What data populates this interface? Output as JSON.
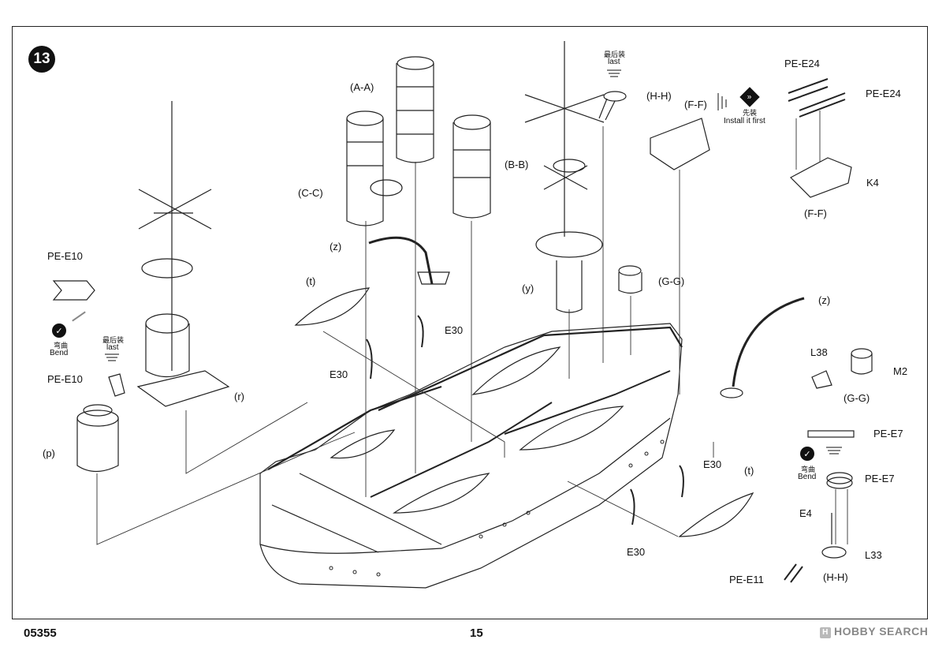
{
  "step": "13",
  "footer": {
    "code": "05355",
    "page": "15",
    "watermark": "HOBBY SEARCH"
  },
  "instructions": {
    "last_cn": "最后装",
    "last_en": "last",
    "bend_cn": "弯曲",
    "bend_en": "Bend",
    "first_cn": "先装",
    "first_en": "Install it first"
  },
  "labels": {
    "aa": "(A-A)",
    "bb": "(B-B)",
    "cc": "(C-C)",
    "hh_top": "(H-H)",
    "ff_top": "(F-F)",
    "pe_e24_a": "PE-E24",
    "pe_e24_b": "PE-E24",
    "k4": "K4",
    "ff_right": "(F-F)",
    "pe_e10_a": "PE-E10",
    "pe_e10_b": "PE-E10",
    "r": "(r)",
    "p": "(p)",
    "z_left": "(z)",
    "t_left": "(t)",
    "e30_a": "E30",
    "e30_b": "E30",
    "y": "(y)",
    "gg_mid": "(G-G)",
    "z_right": "(z)",
    "l38": "L38",
    "m2": "M2",
    "gg_right": "(G-G)",
    "pe_e7_a": "PE-E7",
    "pe_e7_b": "PE-E7",
    "e30_c": "E30",
    "t_right": "(t)",
    "e30_d": "E30",
    "e4": "E4",
    "l33": "L33",
    "pe_e11": "PE-E11",
    "hh_bottom": "(H-H)"
  }
}
